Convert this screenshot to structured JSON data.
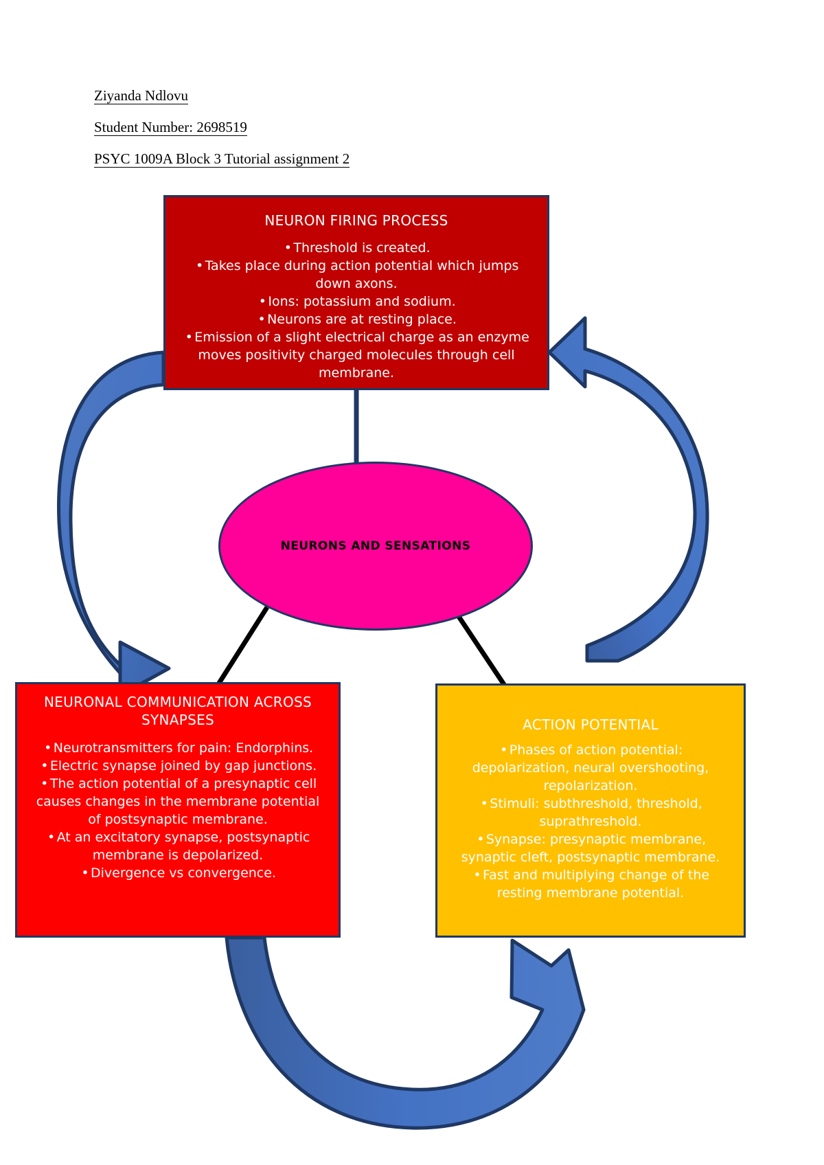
{
  "header": {
    "name": "Ziyanda Ndlovu",
    "student_number": "Student Number: 2698519",
    "course": "PSYC 1009A Block 3 Tutorial assignment 2"
  },
  "colors": {
    "top_box_fill": "#C00000",
    "left_box_fill": "#FF0000",
    "right_box_fill": "#FFC000",
    "center_fill": "#FF0099",
    "border": "#1F3864",
    "arrow_fill": "#4472C4",
    "arrow_fill_dark": "#3A5F9E",
    "arrow_outline": "#1F3864",
    "connector_line": "#000000"
  },
  "center": {
    "label": "NEURONS AND SENSATIONS"
  },
  "nodes": {
    "top": {
      "title": "NEURON FIRING PROCESS",
      "bullets": [
        "Threshold is created.",
        "Takes place during action potential which jumps down axons.",
        "Ions: potassium and sodium.",
        "Neurons are at resting place.",
        "Emission of a slight electrical charge as an enzyme moves positivity charged molecules through cell membrane."
      ]
    },
    "left": {
      "title": "NEURONAL COMMUNICATION ACROSS SYNAPSES",
      "bullets": [
        "Neurotransmitters for pain: Endorphins.",
        "Electric synapse joined by gap junctions.",
        "The action potential of a presynaptic cell causes changes in the membrane potential of postsynaptic membrane.",
        "At an excitatory synapse, postsynaptic membrane is depolarized.",
        "Divergence vs convergence."
      ]
    },
    "right": {
      "title": "ACTION POTENTIAL",
      "bullets": [
        "Phases of action potential: depolarization, neural overshooting, repolarization.",
        "Stimuli: subthreshold, threshold, suprathreshold.",
        "Synapse: presynaptic membrane, synaptic cleft, postsynaptic membrane.",
        "Fast and multiplying change of the resting membrane potential."
      ]
    }
  },
  "bullet_glyph": "•"
}
